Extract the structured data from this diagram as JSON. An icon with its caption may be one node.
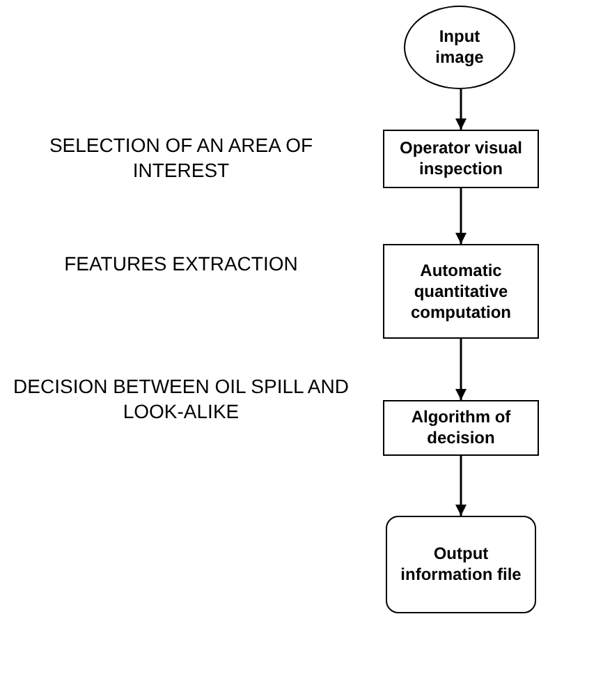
{
  "diagram": {
    "nodes": [
      {
        "text": [
          "Input image"
        ]
      },
      {
        "text": [
          "Operator visual inspection"
        ]
      },
      {
        "text": [
          "Automatic quantitative computation"
        ]
      },
      {
        "text": [
          "Algorithm of decision"
        ]
      },
      {
        "text": [
          "Output information file"
        ]
      }
    ],
    "edges": [
      {
        "from": 0,
        "to": 1,
        "arrow": "to"
      },
      {
        "from": 1,
        "to": 2,
        "arrow": "to"
      },
      {
        "from": 2,
        "to": 3,
        "arrow": "to"
      },
      {
        "from": 3,
        "to": 4,
        "arrow": "to"
      }
    ],
    "labels": [
      "SELECTION OF AN AREA OF INTEREST",
      "FEATURES EXTRACTION",
      "DECISION BETWEEN OIL SPILL AND LOOK-ALIKE"
    ]
  }
}
